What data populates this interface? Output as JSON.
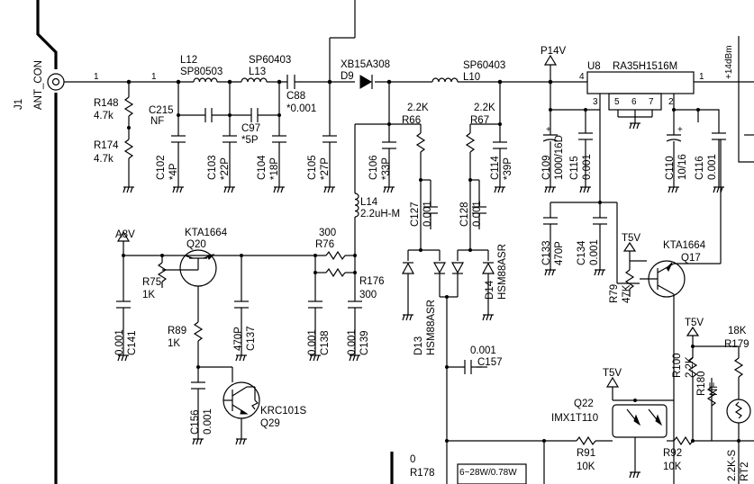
{
  "labels": {
    "j1": "J1",
    "ant_con": "ANT_CON",
    "pin1_a": "1",
    "pin1_b": "1",
    "r148": "R148",
    "r148_v": "4.7k",
    "r174": "R174",
    "r174_v": "4.7k",
    "l12": "L12",
    "l12_p": "SP80503",
    "c215": "C215",
    "c215_v": "NF",
    "l13_p": "SP60403",
    "l13": "L13",
    "c88": "C88",
    "c88_v": "*0.001",
    "c97": "C97",
    "c97_v": "*5P",
    "c102": "C102",
    "c102_v": "*4P",
    "c103": "C103",
    "c103_v": "*22P",
    "c104": "C104",
    "c104_v": "*18P",
    "c105": "C105",
    "c105_v": "*27P",
    "xb15": "XB15A308",
    "d9": "D9",
    "l10_p": "SP60403",
    "l10": "L10",
    "r66_v": "2.2K",
    "r66": "R66",
    "r67_v": "2.2K",
    "r67": "R67",
    "c106": "C106",
    "c106_v": "*33P",
    "c114": "C114",
    "c114_v": "*39P",
    "c127": "C127",
    "c127_v": "0.001",
    "c128": "C128",
    "c128_v": "0.001",
    "l14": "L14",
    "l14_v": "2.2uH-M",
    "p14v": "P14V",
    "u8": "U8",
    "u8_part": "RA35H1516M",
    "u8_pin4": "4",
    "u8_pin1": "1",
    "u8_pin3": "3",
    "u8_pin5": "5",
    "u8_pin6": "6",
    "u8_pin7": "7",
    "u8_pin2": "2",
    "plus14dbm": "+14dBm",
    "c109": "C109",
    "c109_v": "1000/16D",
    "c115": "C115",
    "c115_v": "0.001",
    "c110": "C110",
    "c110_v": "10/16",
    "c116": "C116",
    "c116_v": "0.001",
    "a8v": "A8V",
    "kta1664_a": "KTA1664",
    "q20": "Q20",
    "r75": "R75",
    "r75_v": "1K",
    "r89": "R89",
    "r89_v": "1K",
    "c141": "C141",
    "c141_v": "0.001",
    "c137": "C137",
    "c137_v": "470P",
    "r76_v": "300",
    "r76": "R76",
    "r176": "R176",
    "r176_v": "300",
    "c138": "C138",
    "c138_v": "0.001",
    "c139": "C139",
    "c139_v": "0.001",
    "d13": "D13",
    "d13_p": "HSM88ASR",
    "d14": "D14",
    "d14_p": "HSM88ASR",
    "c157_v": "0.001",
    "c157": "C157",
    "c156": "C156",
    "c156_v": "0.001",
    "krc101s": "KRC101S",
    "q29": "Q29",
    "c133": "C133",
    "c133_v": "470P",
    "c134": "C134",
    "c134_v": "0.001",
    "t5v_a": "T5V",
    "kta1664_b": "KTA1664",
    "q17": "Q17",
    "r79": "R79",
    "r79_v": "47K",
    "t5v_b": "T5V",
    "q22": "Q22",
    "imx": "IMX1T110",
    "r91": "R91",
    "r91_v": "10K",
    "r92": "R92",
    "r92_v": "10K",
    "t5v_c": "T5V",
    "r100": "R100",
    "r100_v": "2.2K",
    "r180": "R180",
    "r180_v": "NF",
    "r179_v": "18K",
    "r179": "R179",
    "rt2": "RT2",
    "rt2_v": "2.2K-S",
    "r178_v": "0",
    "r178": "R178",
    "power_note": "6~28W/0.78W"
  }
}
